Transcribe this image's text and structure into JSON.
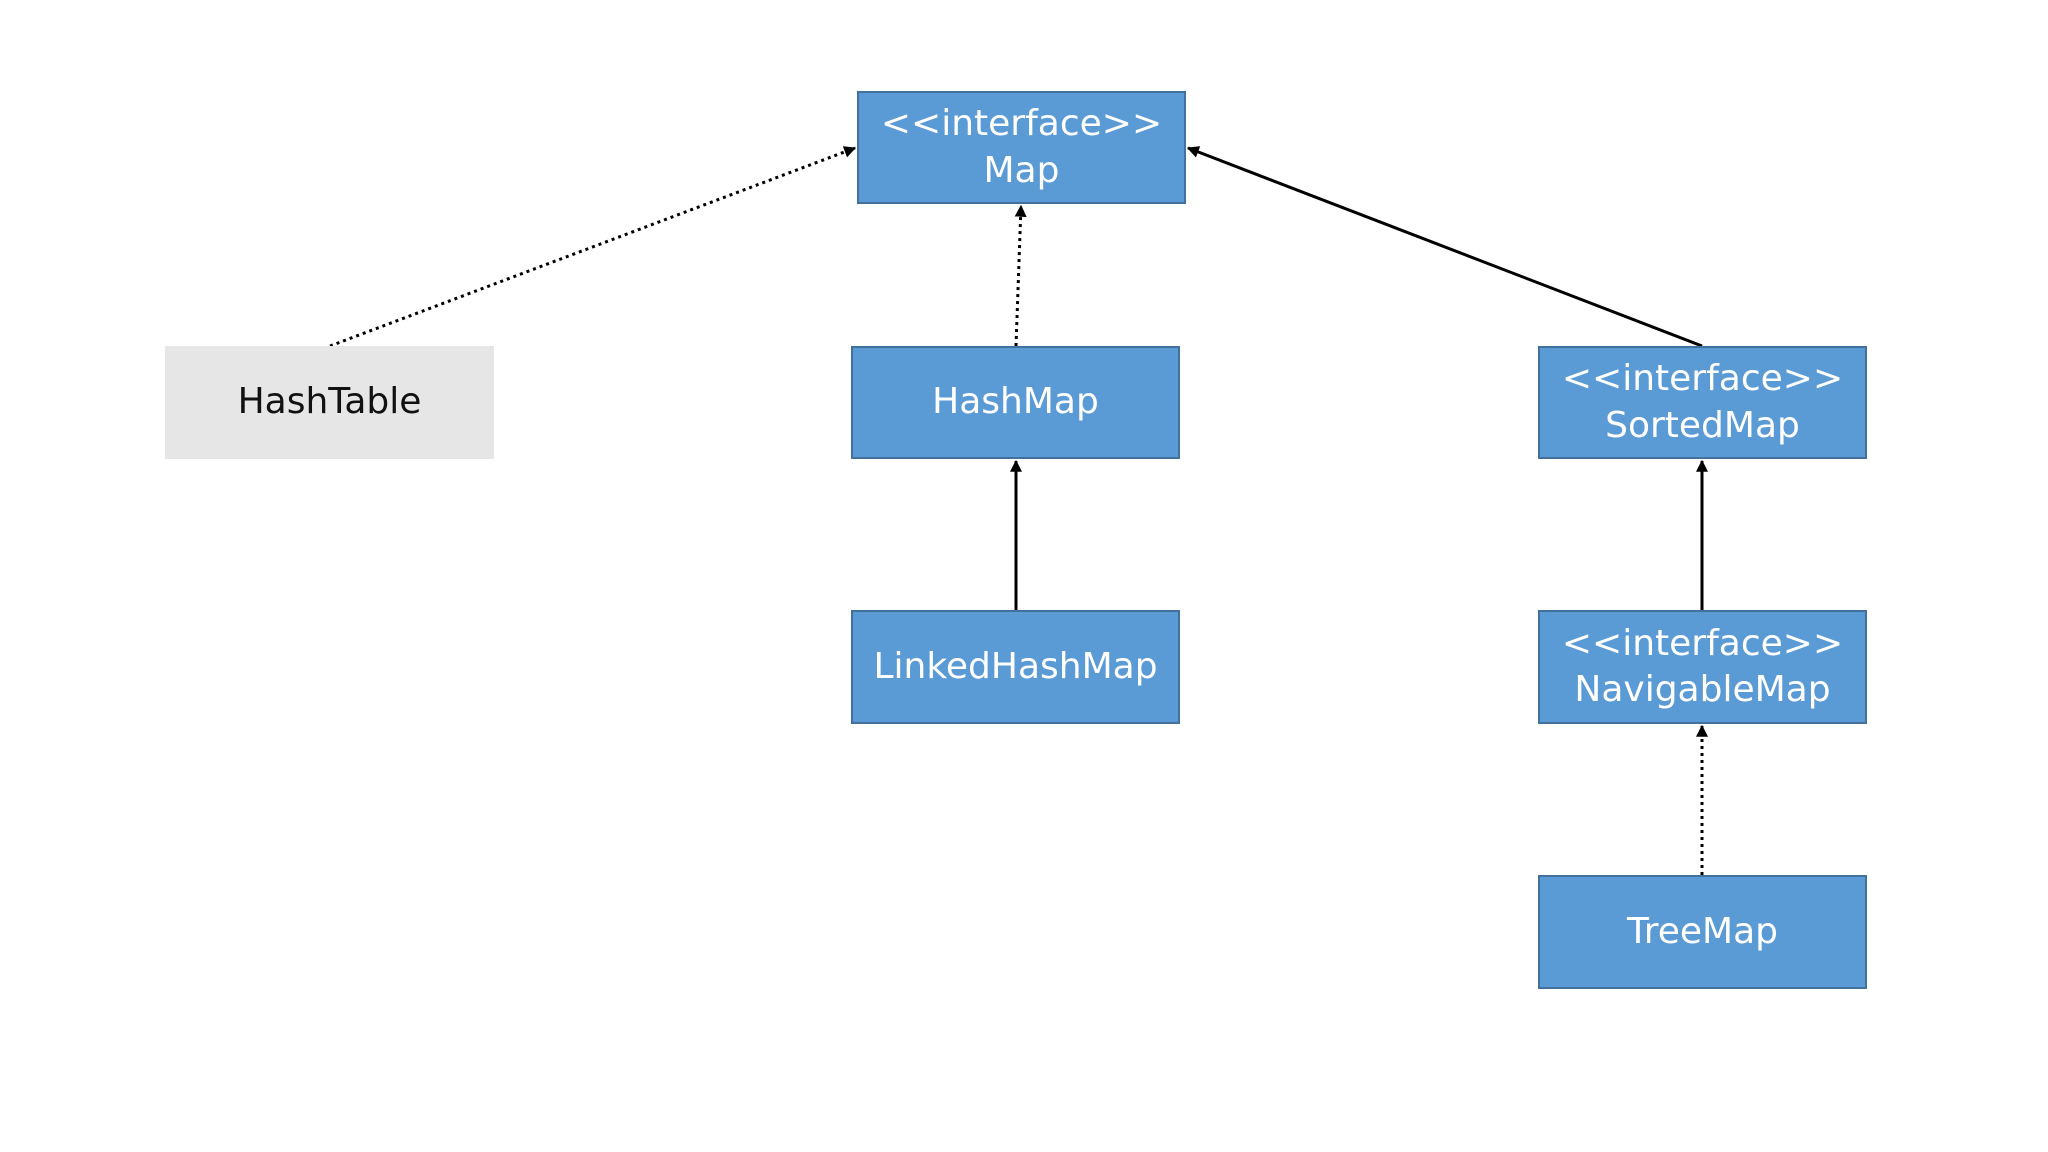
{
  "nodes": {
    "map": {
      "stereotype": "<<interface>>",
      "name": "Map"
    },
    "hashtable": {
      "name": "HashTable"
    },
    "hashmap": {
      "name": "HashMap"
    },
    "sortedmap": {
      "stereotype": "<<interface>>",
      "name": "SortedMap"
    },
    "linkedhashmap": {
      "name": "LinkedHashMap"
    },
    "navigablemap": {
      "stereotype": "<<interface>>",
      "name": "NavigableMap"
    },
    "treemap": {
      "name": "TreeMap"
    }
  },
  "edges": [
    {
      "from": "hashtable",
      "to": "map",
      "style": "dotted"
    },
    {
      "from": "hashmap",
      "to": "map",
      "style": "dotted"
    },
    {
      "from": "sortedmap",
      "to": "map",
      "style": "solid"
    },
    {
      "from": "linkedhashmap",
      "to": "hashmap",
      "style": "solid"
    },
    {
      "from": "navigablemap",
      "to": "sortedmap",
      "style": "solid"
    },
    {
      "from": "treemap",
      "to": "navigablemap",
      "style": "dotted"
    }
  ],
  "colors": {
    "node_fill": "#5b9bd5",
    "node_border": "#41719c",
    "inactive_fill": "#e7e6e6",
    "connector": "#000000"
  }
}
